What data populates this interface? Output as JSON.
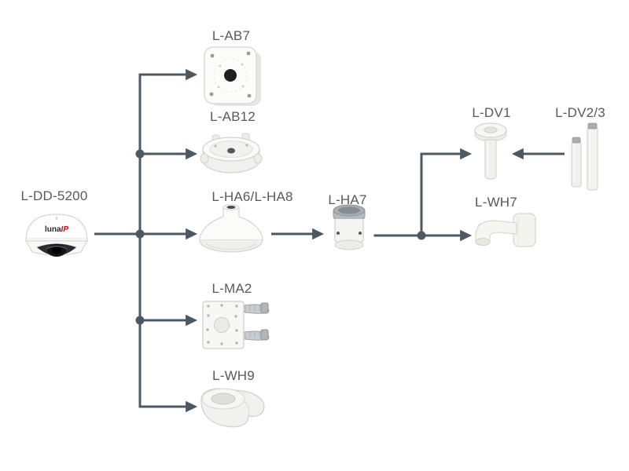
{
  "diagram_type": "camera-accessory-compatibility",
  "colors": {
    "background": "#ffffff",
    "connector_line": "#4c5963",
    "label_text": "#58595b",
    "brand_red": "#e2001a",
    "product_white": "#f5f5f3",
    "product_edge": "#d3d3d1",
    "metal_gray": "#a9afb4"
  },
  "brand": {
    "name": "lunaIP",
    "part1": "luna",
    "part2": "IP"
  },
  "nodes": {
    "camera": {
      "label": "L-DD-5200"
    },
    "ab7": {
      "label": "L-AB7"
    },
    "ab12": {
      "label": "L-AB12"
    },
    "ha6": {
      "label": "L-HA6/L-HA8"
    },
    "ha7": {
      "label": "L-HA7"
    },
    "ma2": {
      "label": "L-MA2"
    },
    "wh9": {
      "label": "L-WH9"
    },
    "dv1": {
      "label": "L-DV1"
    },
    "dv23": {
      "label": "L-DV2/3"
    },
    "wh7": {
      "label": "L-WH7"
    }
  },
  "connections": [
    {
      "from": "L-DD-5200",
      "to": [
        "L-AB7",
        "L-AB12",
        "L-HA6/L-HA8",
        "L-MA2",
        "L-WH9"
      ]
    },
    {
      "from": "L-HA6/L-HA8",
      "to": [
        "L-HA7"
      ]
    },
    {
      "from": "L-HA7",
      "to": [
        "L-DV1",
        "L-WH7"
      ]
    },
    {
      "from": "L-DV2/3",
      "to": [
        "L-DV1"
      ]
    }
  ]
}
